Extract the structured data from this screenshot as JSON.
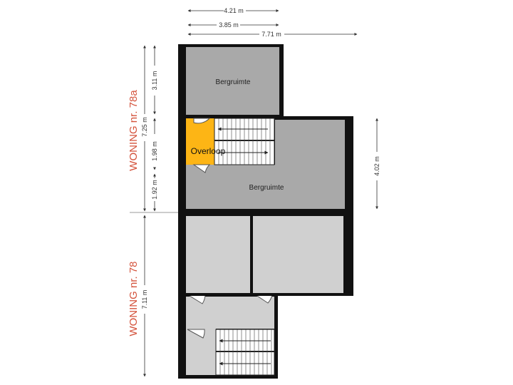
{
  "colors": {
    "wall": "#111111",
    "room_dark": "#a9a9a9",
    "room_light": "#d0d0d0",
    "highlight": "#fdb515",
    "label": "#d4533c",
    "dim_line": "#333333"
  },
  "dimensions": {
    "top_1": "4.21 m",
    "top_2": "3.85 m",
    "top_3": "7.71 m",
    "left_1": "3.11 m",
    "left_2": "7.25 m",
    "left_3": "1.98 m",
    "left_4": "1.92 m",
    "left_5": "7.11 m",
    "right_1": "4.02 m"
  },
  "labels": {
    "woning_78a": "WONING nr. 78a",
    "woning_78": "WONING nr. 78"
  },
  "rooms": {
    "bergruimte_top": "Bergruimte",
    "bergruimte_mid": "Bergruimte",
    "overloop": "Overloop"
  }
}
